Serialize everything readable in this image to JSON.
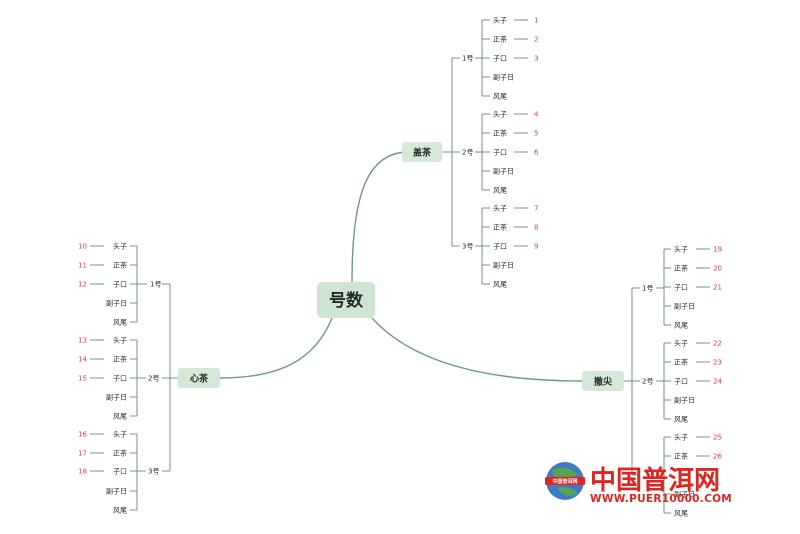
{
  "root": {
    "label": "号数"
  },
  "branches": [
    {
      "label": "盖茶",
      "groups": [
        {
          "label": "1号",
          "items": [
            {
              "name": "头子",
              "num": "1"
            },
            {
              "name": "正茶",
              "num": "2"
            },
            {
              "name": "子口",
              "num": "3"
            },
            {
              "name": "副子日",
              "num": ""
            },
            {
              "name": "风尾",
              "num": ""
            }
          ]
        },
        {
          "label": "2号",
          "items": [
            {
              "name": "头子",
              "num": "4"
            },
            {
              "name": "正茶",
              "num": "5"
            },
            {
              "name": "子口",
              "num": "6"
            },
            {
              "name": "副子日",
              "num": ""
            },
            {
              "name": "风尾",
              "num": ""
            }
          ]
        },
        {
          "label": "3号",
          "items": [
            {
              "name": "头子",
              "num": "7"
            },
            {
              "name": "正茶",
              "num": "8"
            },
            {
              "name": "子口",
              "num": "9"
            },
            {
              "name": "副子日",
              "num": ""
            },
            {
              "name": "风尾",
              "num": ""
            }
          ]
        }
      ]
    },
    {
      "label": "心茶",
      "groups": [
        {
          "label": "1号",
          "items": [
            {
              "name": "头子",
              "num": "10"
            },
            {
              "name": "正茶",
              "num": "11"
            },
            {
              "name": "子口",
              "num": "12"
            },
            {
              "name": "副子日",
              "num": ""
            },
            {
              "name": "风尾",
              "num": ""
            }
          ]
        },
        {
          "label": "2号",
          "items": [
            {
              "name": "头子",
              "num": "13"
            },
            {
              "name": "正茶",
              "num": "14"
            },
            {
              "name": "子口",
              "num": "15"
            },
            {
              "name": "副子日",
              "num": ""
            },
            {
              "name": "风尾",
              "num": ""
            }
          ]
        },
        {
          "label": "3号",
          "items": [
            {
              "name": "头子",
              "num": "16"
            },
            {
              "name": "正茶",
              "num": "17"
            },
            {
              "name": "子口",
              "num": "18"
            },
            {
              "name": "副子日",
              "num": ""
            },
            {
              "name": "风尾",
              "num": ""
            }
          ]
        }
      ]
    },
    {
      "label": "撒尖",
      "groups": [
        {
          "label": "1号",
          "items": [
            {
              "name": "头子",
              "num": "19"
            },
            {
              "name": "正茶",
              "num": "20"
            },
            {
              "name": "子口",
              "num": "21"
            },
            {
              "name": "副子日",
              "num": ""
            },
            {
              "name": "风尾",
              "num": ""
            }
          ]
        },
        {
          "label": "2号",
          "items": [
            {
              "name": "头子",
              "num": "22"
            },
            {
              "name": "正茶",
              "num": "23"
            },
            {
              "name": "子口",
              "num": "24"
            },
            {
              "name": "副子日",
              "num": ""
            },
            {
              "name": "风尾",
              "num": ""
            }
          ]
        },
        {
          "label": "",
          "items": [
            {
              "name": "头子",
              "num": "25"
            },
            {
              "name": "正茶",
              "num": "26"
            },
            {
              "name": "副子日",
              "num": ""
            },
            {
              "name": "风尾",
              "num": ""
            }
          ]
        }
      ]
    }
  ],
  "watermark": {
    "cn": "中国普洱网",
    "url": "WWW.PUER10000.COM",
    "badge": "中国普洱网",
    "colors": {
      "red": "#e02520",
      "globe": "#2f6fc2"
    }
  }
}
